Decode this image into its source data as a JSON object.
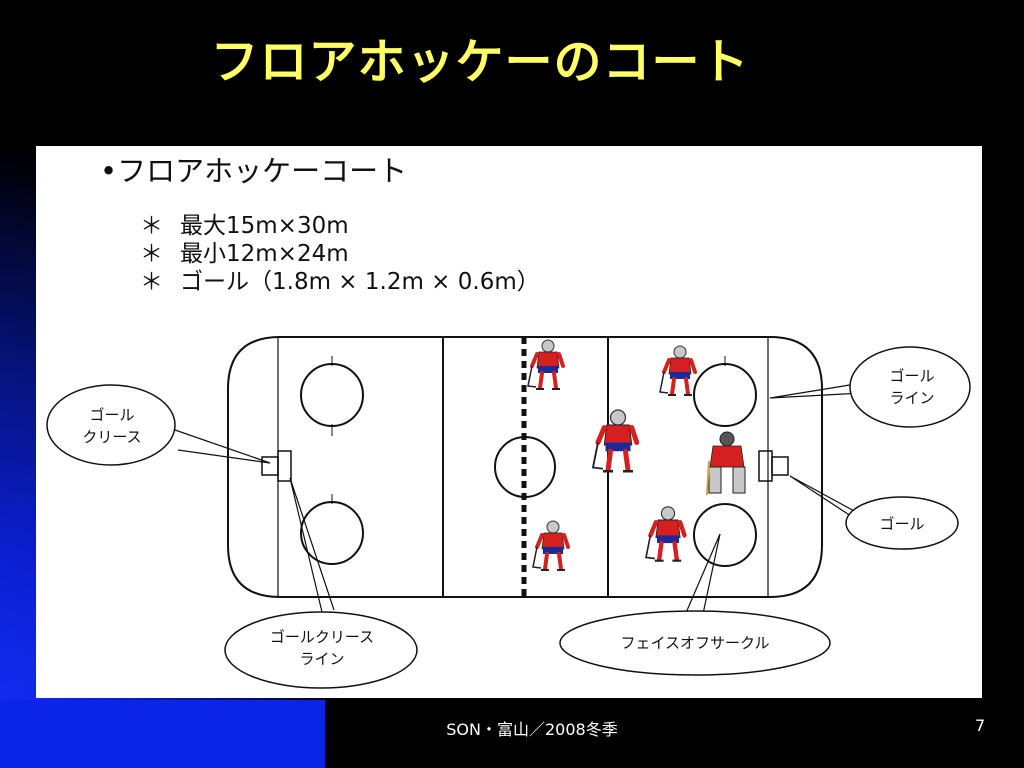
{
  "slide": {
    "title": "フロアホッケーのコート",
    "footer": "SON・富山／2008冬季",
    "page_number": "7"
  },
  "content": {
    "heading": "•フロアホッケーコート",
    "specs": [
      {
        "marker": "＊",
        "text": "最大15m×30m"
      },
      {
        "marker": "＊",
        "text": "最小12m×24m"
      },
      {
        "marker": "＊",
        "text": "ゴール（1.8m × 1.2m × 0.6m）"
      }
    ]
  },
  "callouts": {
    "goal_crease": [
      "ゴール",
      "クリース"
    ],
    "goal_line": [
      "ゴール",
      "ライン"
    ],
    "goal": [
      "ゴール"
    ],
    "goal_crease_line": [
      "ゴールクリース",
      "ライン"
    ],
    "faceoff_circle": [
      "フェイスオフサークル"
    ]
  },
  "colors": {
    "title": "#ffff66",
    "jersey": "#d62020",
    "pants": "#1a2a9a"
  },
  "icons": [
    "hockey-player-icon",
    "goalie-icon"
  ]
}
